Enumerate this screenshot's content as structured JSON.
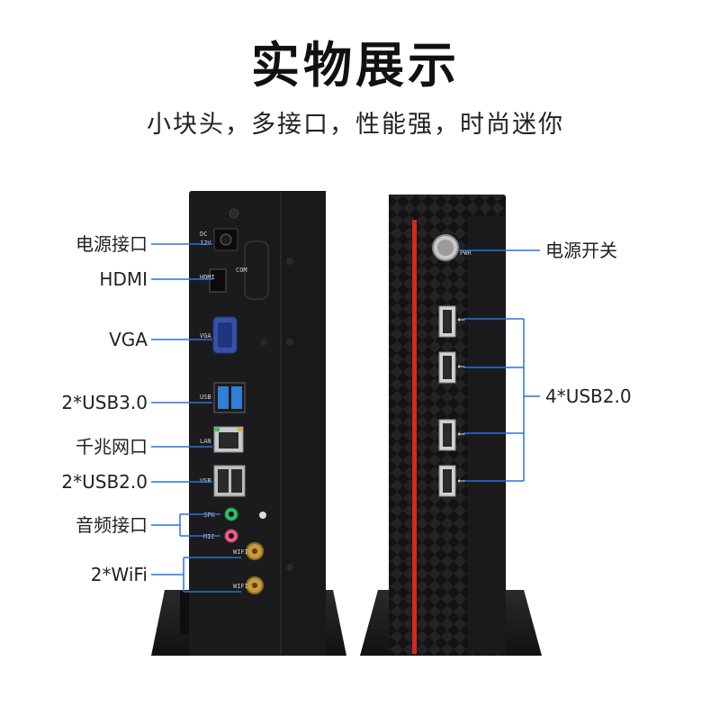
{
  "title": "实物展示",
  "subtitle": "小块头，多接口，性能强，时尚迷你",
  "colors": {
    "accent_line": "#2a72d8",
    "case_body": "#1b1b1d",
    "red_stripe": "#d8261f",
    "usb3_blue": "#2f7fd6",
    "audio_green": "#2fbf6a",
    "audio_pink": "#e85d8f"
  },
  "left_labels": {
    "power_port": "电源接口",
    "hdmi": "HDMI",
    "vga": "VGA",
    "usb3": "2*USB3.0",
    "lan": "千兆网口",
    "usb2": "2*USB2.0",
    "audio": "音频接口",
    "wifi": "2*WiFi"
  },
  "right_labels": {
    "power_switch": "电源开关",
    "usb2": "4*USB2.0"
  },
  "panel_marks": {
    "dc": "DC",
    "v12": "12V",
    "hdmi": "HDMI",
    "com": "COM",
    "vga": "VGA",
    "usb": "USB",
    "lan": "LAN",
    "usb2": "USB",
    "spk": "SPK",
    "mic": "MIC",
    "wifi1": "WIFI",
    "wifi2": "WIFI",
    "pwr": "PWR"
  }
}
